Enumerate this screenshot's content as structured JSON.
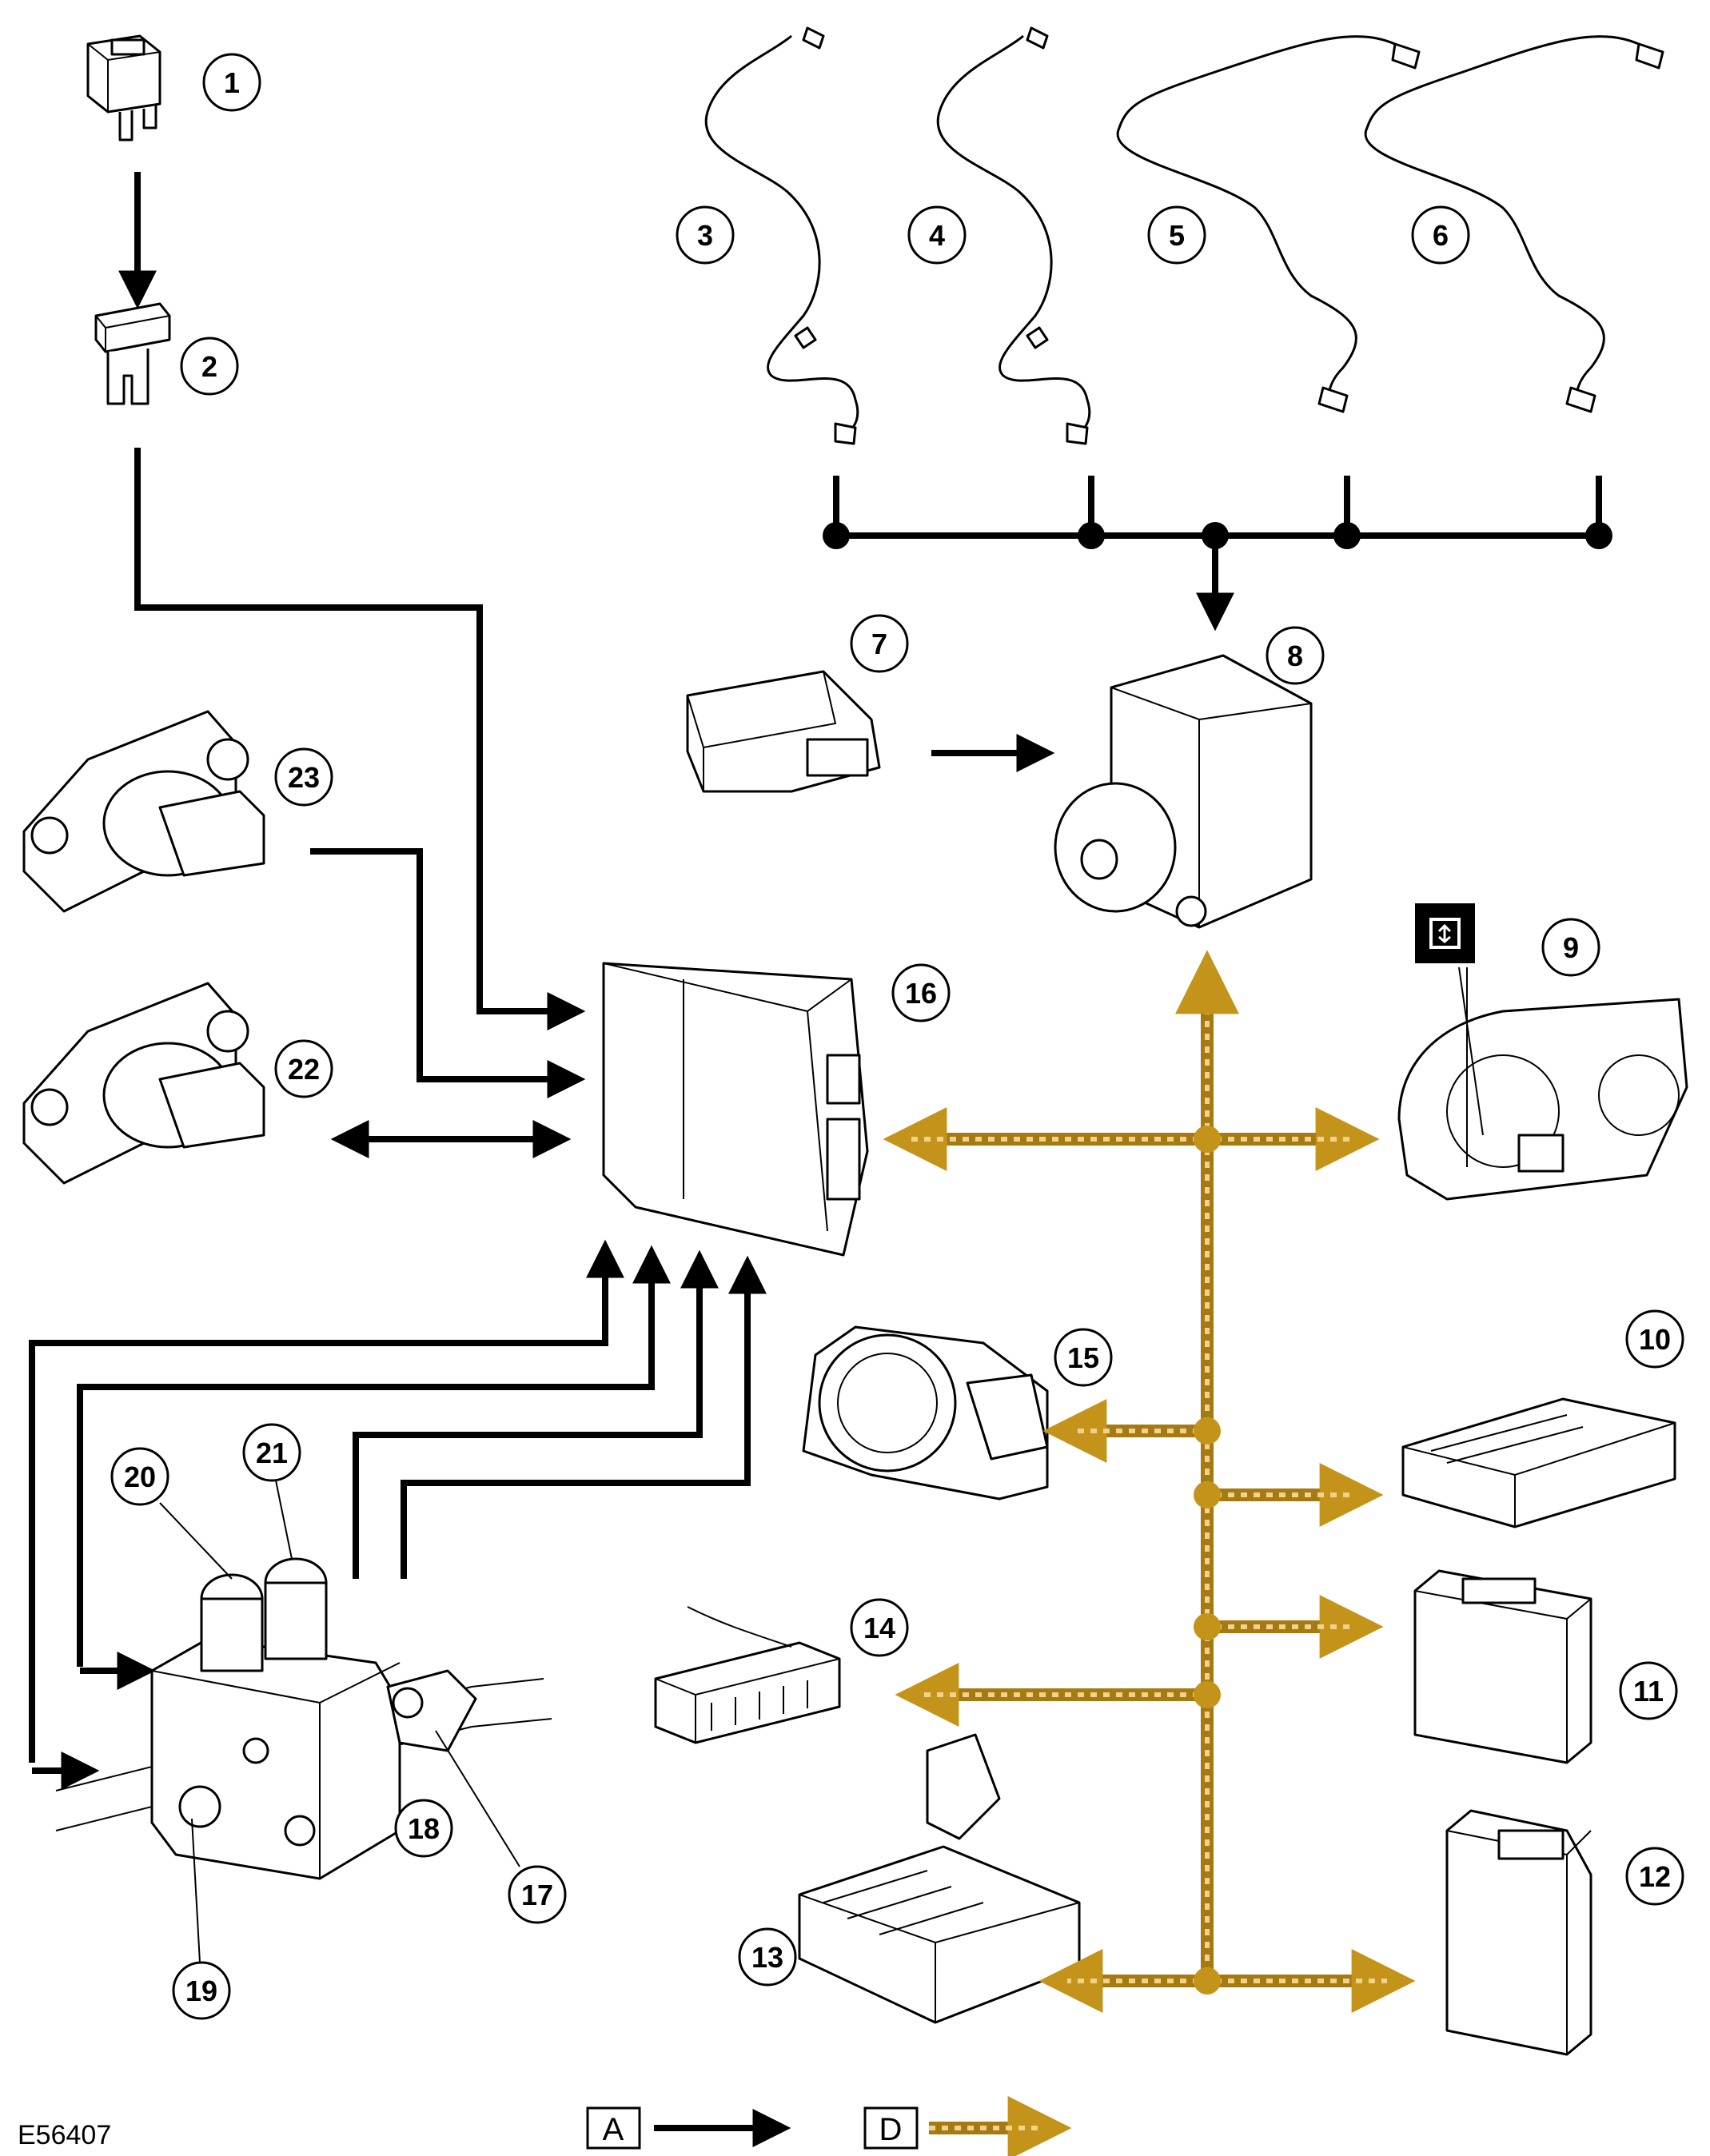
{
  "reference": "E56407",
  "callouts": [
    "1",
    "2",
    "3",
    "4",
    "5",
    "6",
    "7",
    "8",
    "9",
    "10",
    "11",
    "12",
    "13",
    "14",
    "15",
    "16",
    "17",
    "18",
    "19",
    "20",
    "21",
    "22",
    "23"
  ],
  "legend": {
    "a_label": "A",
    "d_label": "D"
  },
  "colors": {
    "hardwired": "#000000",
    "can_bus_outer": "#a57a12",
    "can_bus_inner": "#f2d28a",
    "can_node": "#c4941a"
  },
  "icons": {
    "callout": "numbered-circle",
    "hardwired_arrow": "solid-black-arrow",
    "can_arrow": "dashed-gold-arrow"
  }
}
